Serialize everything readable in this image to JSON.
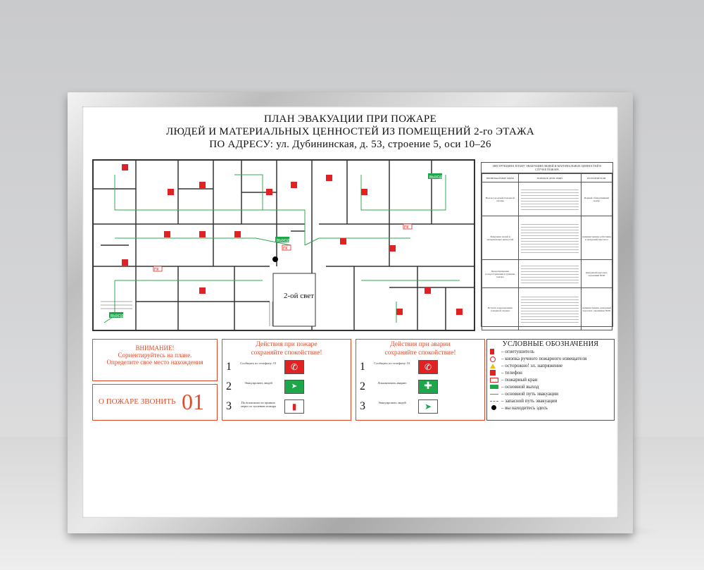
{
  "title": {
    "line1": "ПЛАН ЭВАКУАЦИИ ПРИ ПОЖАРЕ",
    "line2": "ЛЮДЕЙ И МАТЕРИАЛЬНЫХ ЦЕННОСТЕЙ ИЗ ПОМЕЩЕНИЙ 2-го ЭТАЖА",
    "line3": "ПО АДРЕСУ: ул. Дубининская, д. 53, строение 5, оси 10–26"
  },
  "plan": {
    "atrium_label": "2-ой свет",
    "exit_sign": "ВЫХОД",
    "crane_sign": "ПК"
  },
  "instructions": {
    "header": "ИНСТРУКЦИЯ К ПЛАНУ ЭВАКУАЦИИ ЛЮДЕЙ И МАТЕРИАЛЬНЫХ ЦЕННОСТЕЙ В СЛУЧАЕ ПОЖАРА",
    "col_measures": "ПРИНИМАЕМЫЕ МЕРЫ",
    "col_order": "ПОРЯДОК ДЕЙСТВИЙ",
    "col_exec": "ИСПОЛНИТЕЛИ",
    "rows": [
      {
        "measure": "Вызов городской пожарной охраны",
        "exec": "Первый обнаруживший пожар"
      },
      {
        "measure": "Эвакуация людей и материальных ценностей",
        "exec": "Администрация, работники и дежурный персонал"
      },
      {
        "measure": "Предотвращение распространения и тушение пожара",
        "exec": "Дежурный персонал, охранники ЧОП"
      },
      {
        "measure": "Встреча подразделения пожарной охраны",
        "exec": "Администрация, дежурный персонал, охранники ЧОП"
      }
    ]
  },
  "warning": {
    "line1": "ВНИМАНИЕ!",
    "line2": "Сориентируйтесь на плане.",
    "line3": "Определите свое место нахождения"
  },
  "call": {
    "label": "О ПОЖАРЕ ЗВОНИТЬ",
    "number": "01"
  },
  "fire_actions": {
    "title1": "Действия при пожаре",
    "title2": "сохраняйте спокойствие!",
    "steps": [
      {
        "n": "1",
        "text": "Сообщить по телефону: 01",
        "icon": "phone-icon"
      },
      {
        "n": "2",
        "text": "Эвакуировать людей",
        "icon": "exit-icon"
      },
      {
        "n": "3",
        "text": "По возможности принять меры по тушению пожара",
        "icon": "extinguisher-icon"
      }
    ]
  },
  "accident_actions": {
    "title1": "Действия при аварии",
    "title2": "сохраняйте спокойствие!",
    "steps": [
      {
        "n": "1",
        "text": "Сообщить по телефону: 01",
        "icon": "phone-icon"
      },
      {
        "n": "2",
        "text": "Локализовать аварию",
        "icon": "first-aid-icon"
      },
      {
        "n": "3",
        "text": "Эвакуировать людей",
        "icon": "exit-icon"
      }
    ]
  },
  "legend": {
    "title": "УСЛОВНЫЕ ОБОЗНАЧЕНИЯ",
    "items": [
      {
        "label": "– огнетушитель",
        "symbol": "extinguisher-icon"
      },
      {
        "label": "– кнопка ручного пожарного извещателя",
        "symbol": "alarm-button-icon"
      },
      {
        "label": "– осторожно! эл. напряжение",
        "symbol": "voltage-icon"
      },
      {
        "label": "– телефон",
        "symbol": "phone-icon"
      },
      {
        "label": "– пожарный кран",
        "symbol": "fire-crane-icon"
      },
      {
        "label": "– основной выход",
        "symbol": "exit-icon"
      },
      {
        "label": "– основной путь эвакуации",
        "symbol": "main-route-line"
      },
      {
        "label": "– запасной путь эвакуации",
        "symbol": "reserve-route-line"
      },
      {
        "label": "– вы находитесь здесь",
        "symbol": "you-are-here-dot"
      }
    ]
  },
  "colors": {
    "accent_red": "#e24a2a",
    "sign_red": "#e02222",
    "exit_green": "#1ea64b",
    "route_green": "#2fa84f"
  }
}
